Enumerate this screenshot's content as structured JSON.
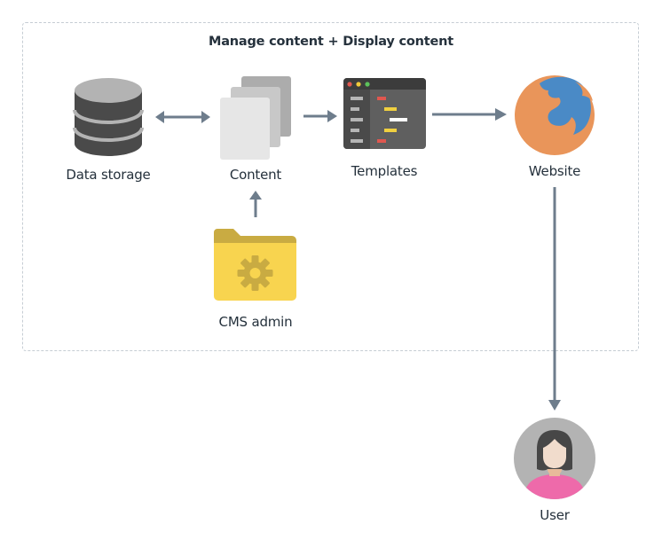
{
  "diagram": {
    "group": {
      "title": "Manage content + Display content"
    },
    "nodes": {
      "data_storage": {
        "label": "Data storage",
        "icon": "database-icon"
      },
      "content": {
        "label": "Content",
        "icon": "documents-stack-icon"
      },
      "templates": {
        "label": "Templates",
        "icon": "code-editor-window-icon"
      },
      "website": {
        "label": "Website",
        "icon": "firefox-browser-icon"
      },
      "cms_admin": {
        "label": "CMS admin",
        "icon": "folder-gear-icon"
      },
      "user": {
        "label": "User",
        "icon": "user-avatar-icon"
      }
    },
    "edges": [
      {
        "from": "data_storage",
        "to": "content",
        "direction": "bidirectional"
      },
      {
        "from": "content",
        "to": "templates",
        "direction": "forward"
      },
      {
        "from": "templates",
        "to": "website",
        "direction": "forward"
      },
      {
        "from": "cms_admin",
        "to": "content",
        "direction": "forward"
      },
      {
        "from": "website",
        "to": "user",
        "direction": "forward"
      }
    ],
    "colors": {
      "arrow": "#6e7d8c",
      "group_border": "#c6cdd4",
      "text": "#25313c"
    }
  }
}
